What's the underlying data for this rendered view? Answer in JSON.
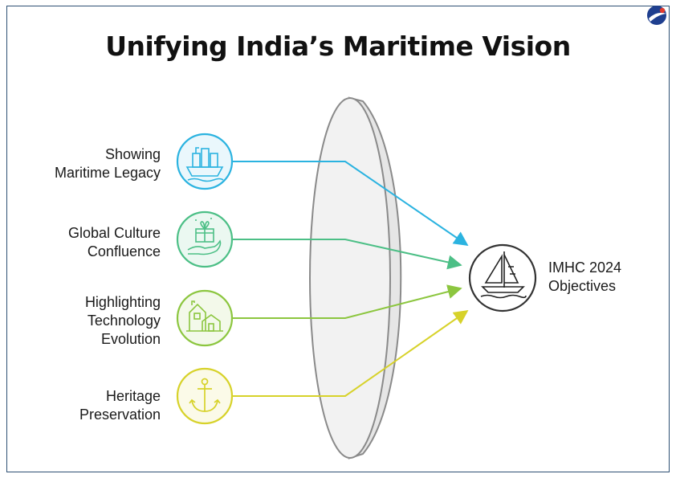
{
  "title": "Unifying India’s Maritime Vision",
  "colors": {
    "frame": "#2d4f73",
    "blue": "#2bb3e0",
    "teal": "#4cbf86",
    "green": "#8cc63f",
    "yellow": "#d7d22a",
    "lens_stroke": "#8a8a8a"
  },
  "inputs": [
    {
      "lines": [
        "Showing",
        "Maritime Legacy"
      ],
      "icon": "cargo-ship-icon",
      "color": "#2bb3e0"
    },
    {
      "lines": [
        "Global Culture",
        "Confluence"
      ],
      "icon": "gift-in-hand-icon",
      "color": "#4cbf86"
    },
    {
      "lines": [
        "Highlighting",
        "Technology",
        "Evolution"
      ],
      "icon": "houses-icon",
      "color": "#8cc63f"
    },
    {
      "lines": [
        "Heritage",
        "Preservation"
      ],
      "icon": "anchor-icon",
      "color": "#d7d22a"
    }
  ],
  "target": {
    "lines": [
      "IMHC 2024",
      "Objectives"
    ],
    "icon": "sailboat-icon"
  }
}
